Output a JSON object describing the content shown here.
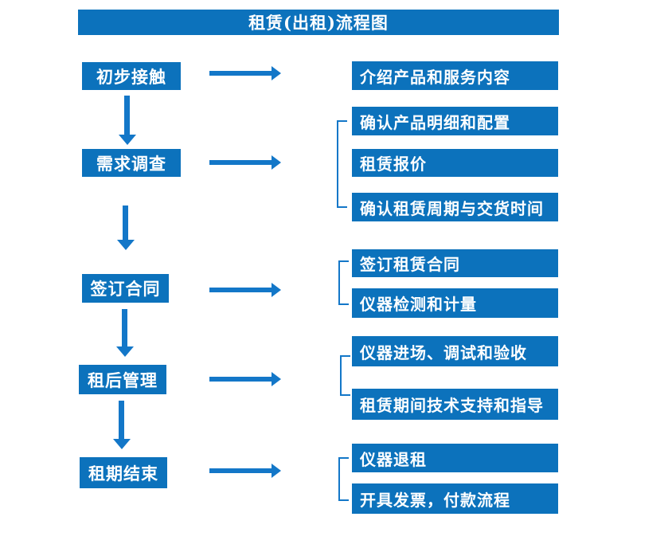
{
  "title": "租赁(出租)流程图",
  "colors": {
    "box_blue": "#0c72bc",
    "arrow_blue": "#1377c8",
    "text_white": "#ffffff",
    "background": "#ffffff"
  },
  "flow": {
    "steps": [
      {
        "label": "初步接触",
        "outputs": [
          "介绍产品和服务内容"
        ]
      },
      {
        "label": "需求调查",
        "outputs": [
          "确认产品明细和配置",
          "租赁报价",
          "确认租赁周期与交货时间"
        ]
      },
      {
        "label": "签订合同",
        "outputs": [
          "签订租赁合同",
          "仪器检测和计量"
        ]
      },
      {
        "label": "租后管理",
        "outputs": [
          "仪器进场、调试和验收",
          "租赁期间技术支持和指导"
        ]
      },
      {
        "label": "租期结束",
        "outputs": [
          "仪器退租",
          "开具发票，付款流程"
        ]
      }
    ]
  }
}
